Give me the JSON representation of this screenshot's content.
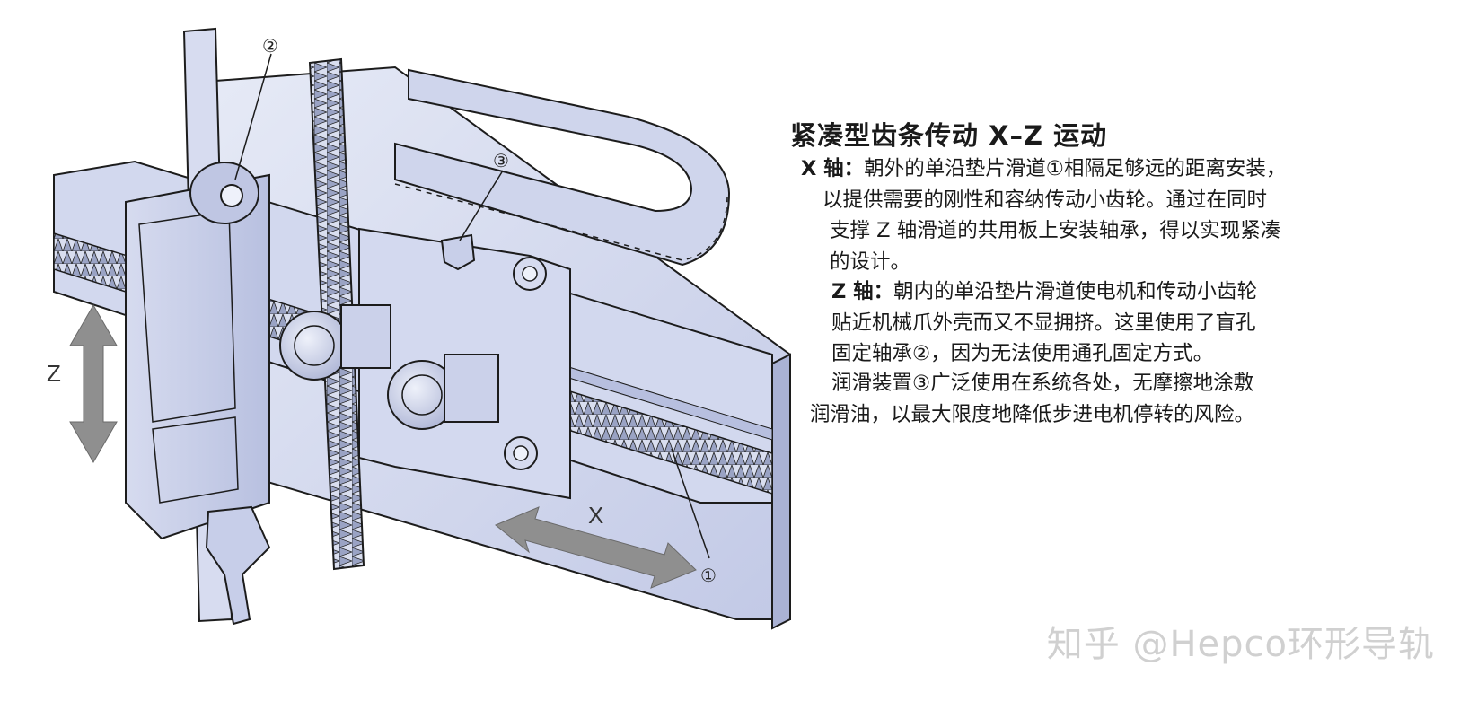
{
  "diagram": {
    "callouts": [
      "②",
      "③",
      "①"
    ],
    "axis_labels": {
      "z": "Z",
      "x": "X"
    }
  },
  "text_panel": {
    "title": "紧凑型齿条传动 X–Z 运动",
    "x_axis": {
      "lead": "X 轴：",
      "lines": [
        "朝外的单沿垫片滑道①相隔足够远的距离安装，",
        "以提供需要的刚性和容纳传动小齿轮。通过在同时",
        "支撑 Z 轴滑道的共用板上安装轴承，得以实现紧凑",
        "的设计。"
      ]
    },
    "z_axis": {
      "lead": "Z 轴：",
      "lines": [
        "朝内的单沿垫片滑道使电机和传动小齿轮",
        "贴近机械爪外壳而又不显拥挤。这里使用了盲孔",
        "固定轴承②，因为无法使用通孔固定方式。"
      ]
    },
    "lubrication": {
      "lines": [
        "润滑装置③广泛使用在系统各处，无摩擦地涂敷",
        "润滑油，以最大限度地降低步进电机停转的风险。"
      ]
    }
  },
  "watermark": "知乎 @Hepco环形导轨",
  "colors": {
    "metal_light": "#dfe4f3",
    "metal_mid": "#c9d0ea",
    "metal_dark": "#9fa8cc",
    "outline": "#1c1c1c",
    "arrow_gray": "#8a8a8a"
  }
}
